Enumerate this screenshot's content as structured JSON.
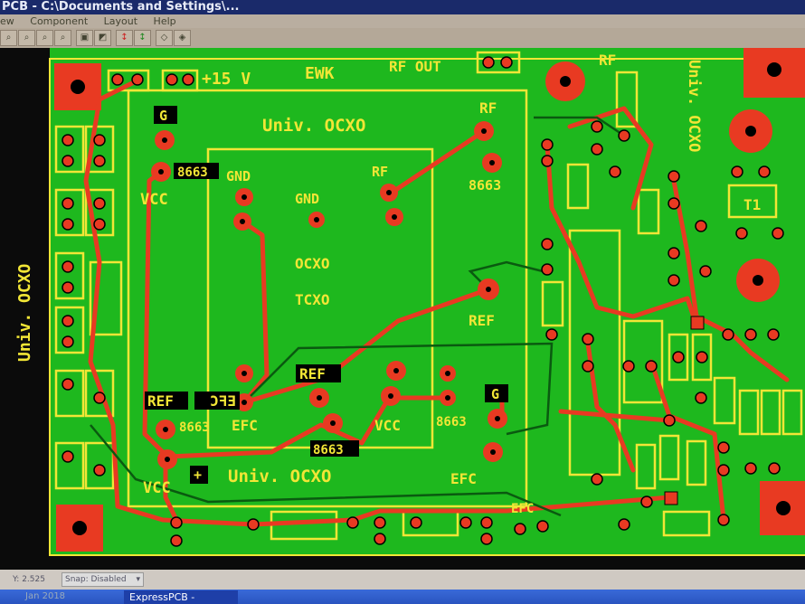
{
  "window": {
    "title": "PCB - C:\\Documents and Settings\\..."
  },
  "menu": [
    "ew",
    "Component",
    "Layout",
    "Help"
  ],
  "toolbar": [
    "zoom-icon",
    "zoom-out-icon",
    "zoom-in-icon",
    "zoom-fit-icon",
    "component-icon",
    "pad-icon",
    "ratsnest-red-icon",
    "ratsnest-green-icon",
    "rotate-icon",
    "rotate-alt-icon"
  ],
  "board": {
    "colors": {
      "board": "#1eb81e",
      "trace": "#e83a22",
      "silk": "#f2e636",
      "pad": "#e83a22"
    },
    "labels": [
      "+15 V",
      "EWK",
      "RF OUT",
      "RF",
      "Univ. OCXO",
      "Univ. OCXO",
      "RF",
      "G",
      "8663",
      "VCC",
      "Univ. OCXO",
      "GND",
      "GND",
      "RF",
      "8663",
      "OCXO",
      "TCXO",
      "REF",
      "REF",
      "REF",
      "8663",
      "EFC",
      "VCC",
      "8663",
      "G",
      "EFC",
      "EFC",
      "8663",
      "VCC",
      "Univ. OCXO",
      "+",
      "T1",
      "EFC"
    ]
  },
  "status": {
    "y_coord": "Y: 2.525",
    "snap": "Snap: Disabled"
  },
  "taskbar": {
    "date": "Jan 2018",
    "app": "ExpressPCB -"
  }
}
